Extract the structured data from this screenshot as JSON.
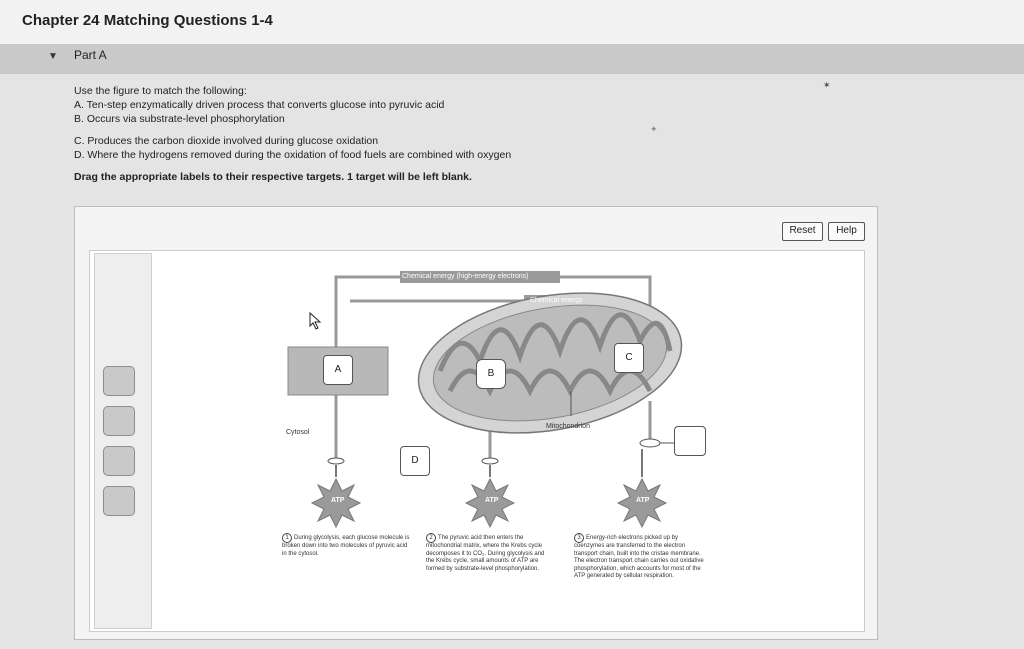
{
  "header": {
    "title": "Chapter 24 Matching Questions 1-4"
  },
  "part": {
    "label": "Part A"
  },
  "instructions": {
    "intro": "Use the figure to match the following:",
    "items": [
      "A. Ten-step enzymatically driven process that converts glucose into pyruvic acid",
      "B. Occurs via substrate-level phosphorylation",
      "C. Produces the carbon dioxide involved during glucose oxidation",
      "D. Where the hydrogens removed during the oxidation of food fuels are combined with oxygen"
    ],
    "drag": "Drag the appropriate labels to their respective targets. 1 target will be left blank."
  },
  "buttons": {
    "reset": "Reset",
    "help": "Help"
  },
  "figure": {
    "top_banner": "Chemical energy (high-energy electrons)",
    "chem_energy": "Chemical energy",
    "cytosol": "Cytosol",
    "mitochondrion": "Mitochondrion",
    "atp": "ATP",
    "targets": {
      "a": "A",
      "b": "B",
      "c": "C",
      "d": "D"
    },
    "steps": [
      {
        "num": "1",
        "text": "During glycolysis, each glucose molecule is broken down into two molecules of pyruvic acid in the cytosol."
      },
      {
        "num": "2",
        "text": "The pyruvic acid then enters the mitochondrial matrix, where the Krebs cycle decomposes it to CO₂. During glycolysis and the Krebs cycle, small amounts of ATP are formed by substrate-level phosphorylation."
      },
      {
        "num": "3",
        "text": "Energy-rich electrons picked up by coenzymes are transferred to the electron transport chain, built into the cristae membrane. The electron transport chain carries out oxidative phosphorylation, which accounts for most of the ATP generated by cellular respiration."
      }
    ]
  },
  "label_tray": {
    "slot_count": 4
  },
  "colors": {
    "glycolysis_box": "#b8b8b8",
    "mito_outer": "#cfcfcf",
    "mito_inner": "#bdbdbd",
    "banner": "#9a9a9a"
  }
}
